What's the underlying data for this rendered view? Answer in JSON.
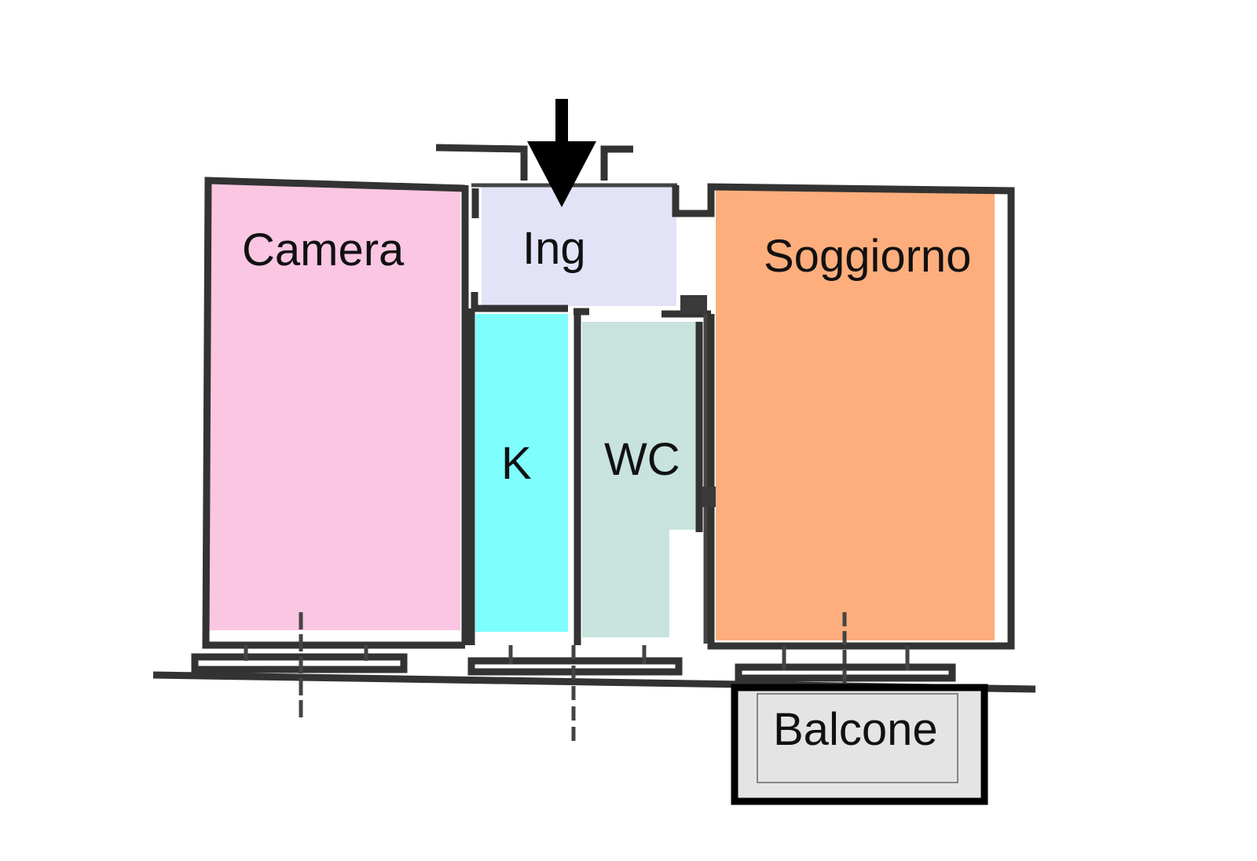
{
  "rooms": {
    "camera": {
      "label": "Camera",
      "color": "#fbc6e2"
    },
    "ingresso": {
      "label": "Ing",
      "color": "#e3e3f8"
    },
    "soggiorno": {
      "label": "Soggiorno",
      "color": "#fdae7c"
    },
    "cucina": {
      "label": "K",
      "color": "#7ffefe"
    },
    "bagno": {
      "label": "WC",
      "color": "#c8e3dd"
    },
    "balcone": {
      "label": "Balcone",
      "color": "#e4e4e4"
    }
  },
  "entrance_marker": {
    "icon": "arrow-down-icon",
    "color": "#000000"
  }
}
